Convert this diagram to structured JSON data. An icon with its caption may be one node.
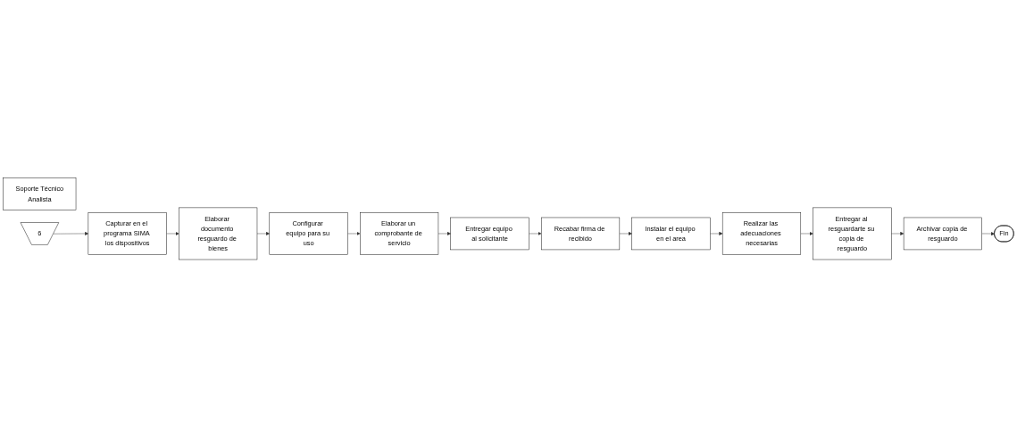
{
  "diagram": {
    "nodes": [
      {
        "text": [
          "Soporte Técnico",
          "Analista"
        ]
      },
      {
        "text": [
          "6"
        ]
      },
      {
        "text": [
          "Capturar en el programa SIMA los dispositivos"
        ]
      },
      {
        "text": [
          "Elaborar documento resguardo de bienes"
        ]
      },
      {
        "text": [
          "Configurar equipo para su uso"
        ]
      },
      {
        "text": [
          "Elaborar un comprobante de servicio"
        ]
      },
      {
        "text": [
          "Entregar equipo al solicitante"
        ]
      },
      {
        "text": [
          "Recabar firma de recibido"
        ]
      },
      {
        "text": [
          "Instalar el equipo en el area"
        ]
      },
      {
        "text": [
          "Realizar las adecuaciones necesarias"
        ]
      },
      {
        "text": [
          "Entregar al resguardarte su copia de resguardo"
        ]
      },
      {
        "text": [
          "Archivar copia de resguardo"
        ]
      },
      {
        "text": [
          "Fin"
        ]
      }
    ],
    "edges": [
      {
        "from": 1,
        "to": 2,
        "arrow": "to"
      },
      {
        "from": 2,
        "to": 3,
        "arrow": "to"
      },
      {
        "from": 3,
        "to": 4,
        "arrow": "to"
      },
      {
        "from": 4,
        "to": 5,
        "arrow": "to"
      },
      {
        "from": 5,
        "to": 6,
        "arrow": "to"
      },
      {
        "from": 6,
        "to": 7,
        "arrow": "to"
      },
      {
        "from": 7,
        "to": 8,
        "arrow": "to"
      },
      {
        "from": 8,
        "to": 9,
        "arrow": "to"
      },
      {
        "from": 9,
        "to": 10,
        "arrow": "to"
      },
      {
        "from": 10,
        "to": 11,
        "arrow": "to"
      },
      {
        "from": 11,
        "to": 12,
        "arrow": "to"
      }
    ]
  }
}
